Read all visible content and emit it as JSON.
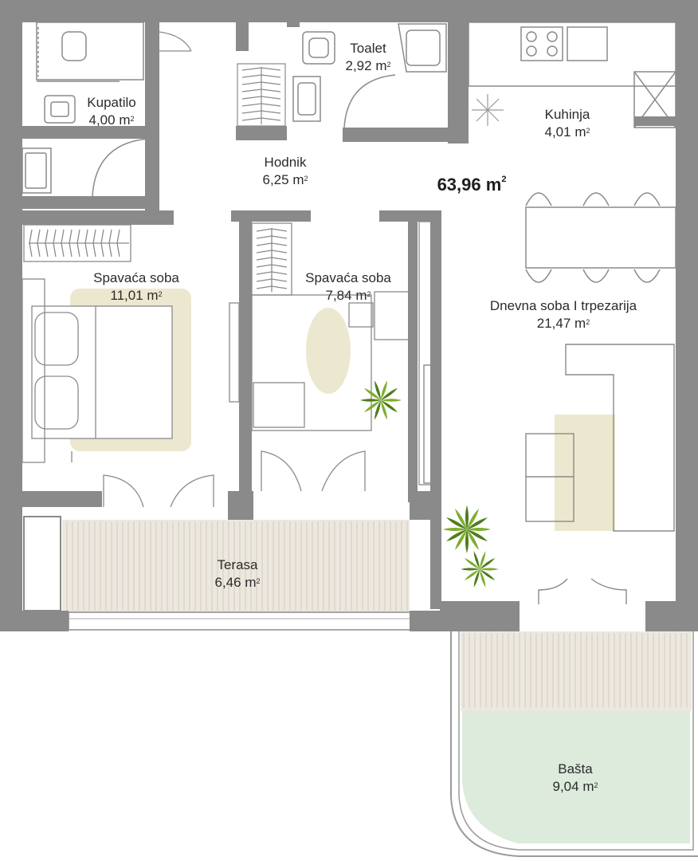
{
  "plan": {
    "total_area": "63,96",
    "unit": "m",
    "unit_exp": "2",
    "colors": {
      "wall": "#8a8a8a",
      "floor": "#ffffff",
      "line": "#7a7a7a",
      "fixture": "#9a9a9a",
      "rug": "#ece7cf",
      "deck": "#ece8df",
      "deck_line": "#cfc8b8",
      "garden": "#dcebdc",
      "plant": "#4f7d1c",
      "plant_light": "#7fae2e"
    },
    "rooms": [
      {
        "id": "kupatilo",
        "name": "Kupatilo",
        "area": "4,00"
      },
      {
        "id": "toalet",
        "name": "Toalet",
        "area": "2,92"
      },
      {
        "id": "kuhinja",
        "name": "Kuhinja",
        "area": "4,01"
      },
      {
        "id": "hodnik",
        "name": "Hodnik",
        "area": "6,25"
      },
      {
        "id": "spavaca1",
        "name": "Spavaća soba",
        "area": "11,01"
      },
      {
        "id": "spavaca2",
        "name": "Spavaća soba",
        "area": "7,84"
      },
      {
        "id": "dnevna",
        "name": "Dnevna soba I trpezarija",
        "area": "21,47"
      },
      {
        "id": "terasa",
        "name": "Terasa",
        "area": "6,46"
      },
      {
        "id": "basta",
        "name": "Bašta",
        "area": "9,04"
      }
    ]
  }
}
